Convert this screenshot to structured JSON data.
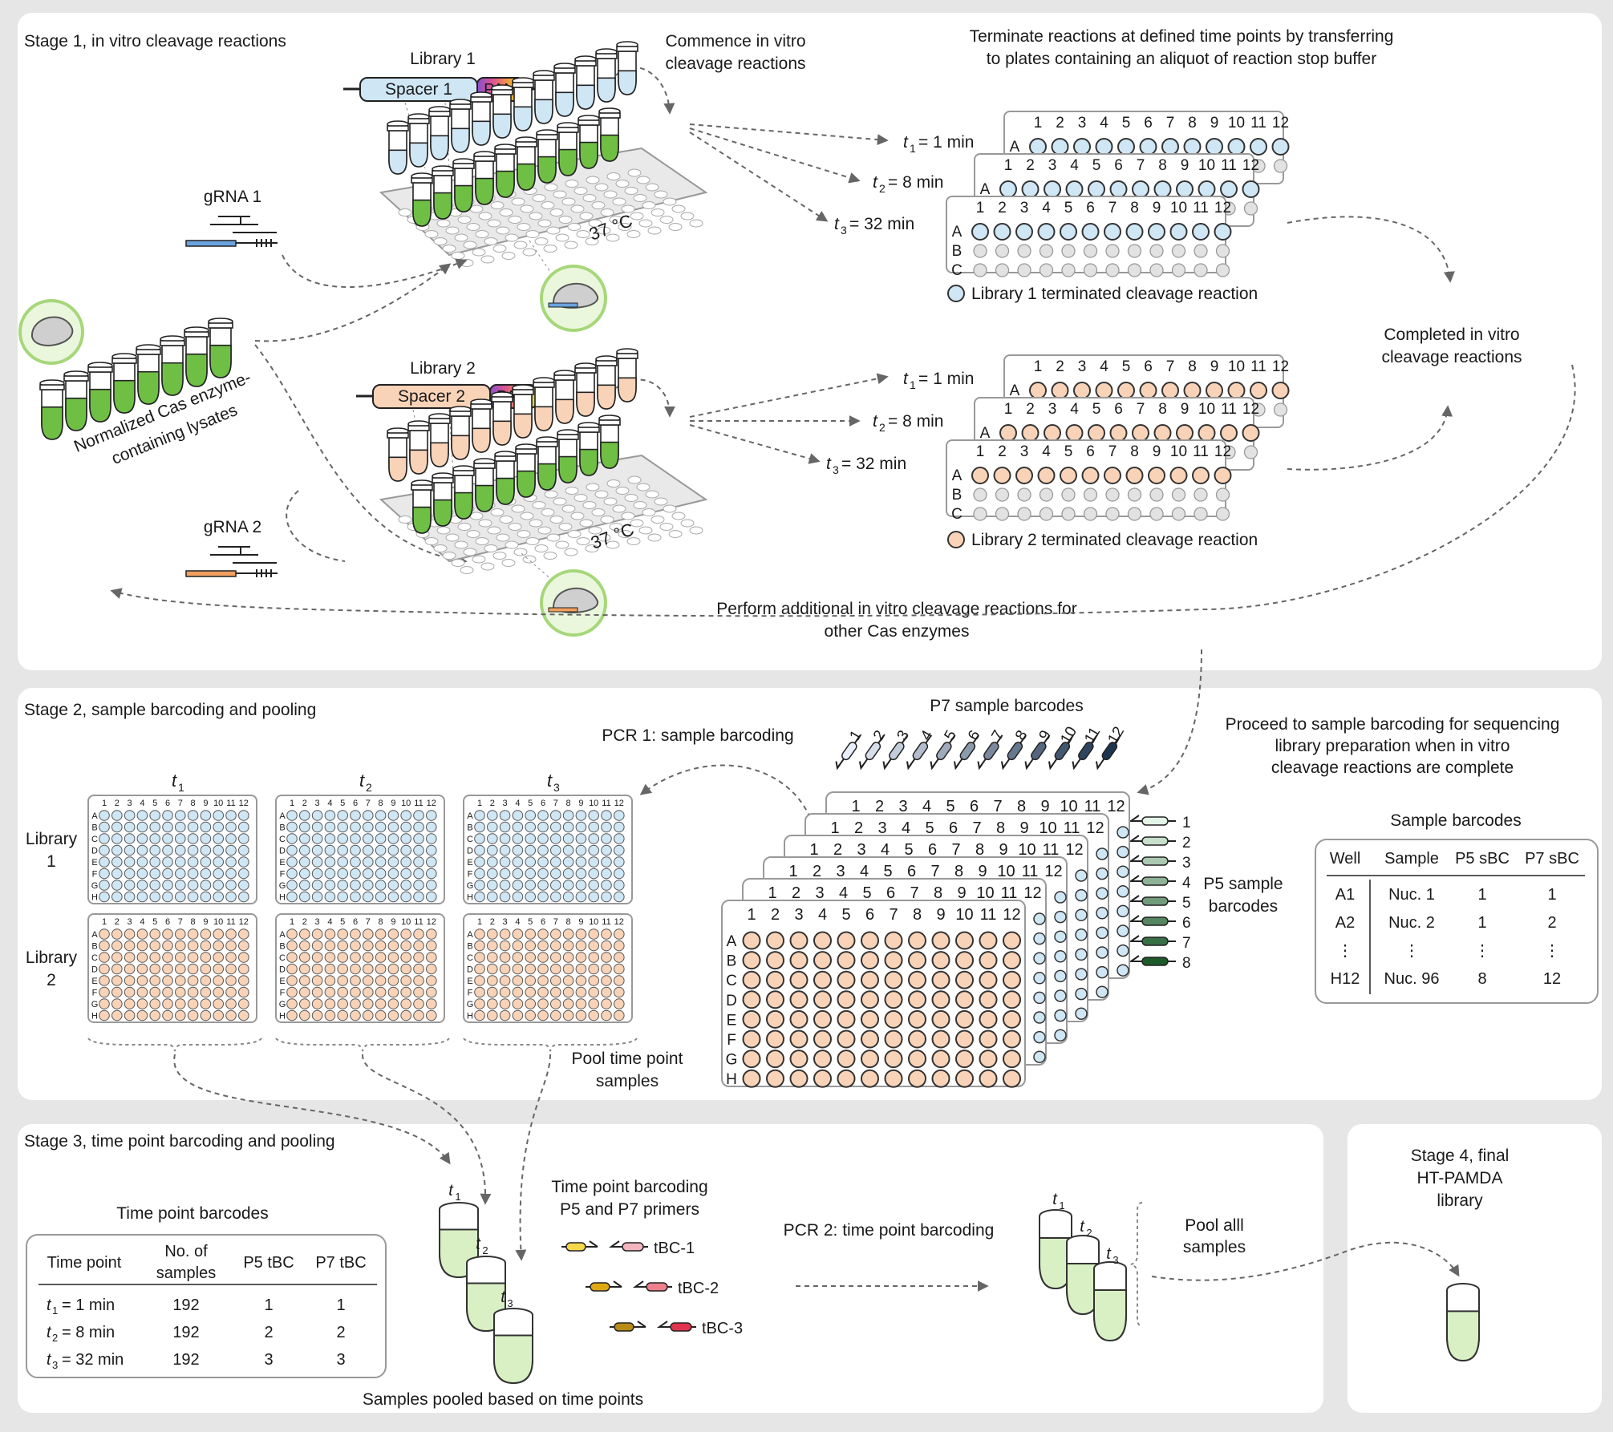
{
  "stage1": {
    "title": "Stage 1, in vitro cleavage reactions",
    "library1": "Library 1",
    "library2": "Library 2",
    "spacer1": "Spacer 1",
    "spacer2": "Spacer 2",
    "pam": "PAM",
    "gRNA1": "gRNA 1",
    "gRNA2": "gRNA 2",
    "temp": "37 °C",
    "commence": [
      "Commence in vitro",
      "cleavage reactions"
    ],
    "terminate": [
      "Terminate reactions at defined time points by transferring",
      "to plates containing an aliquot of reaction stop buffer"
    ],
    "lysates": [
      "Normalized Cas enzyme-",
      "containing lysates"
    ],
    "time_values": [
      "= 1 min",
      "= 8 min",
      "= 32 min"
    ],
    "legend1": "Library 1 terminated cleavage reaction",
    "legend2": "Library 2 terminated cleavage reaction",
    "completed": [
      "Completed in vitro",
      "cleavage reactions"
    ],
    "additional": [
      "Perform additional in vitro cleavage reactions for",
      "other Cas enzymes"
    ]
  },
  "plate": {
    "columns": [
      "1",
      "2",
      "3",
      "4",
      "5",
      "6",
      "7",
      "8",
      "9",
      "10",
      "11",
      "12"
    ],
    "rows": [
      "A",
      "B",
      "C",
      "D",
      "E",
      "F",
      "G",
      "H"
    ]
  },
  "stage2": {
    "title": "Stage 2, sample barcoding and pooling",
    "pcr1": "PCR 1: sample barcoding",
    "p7_title": "P7 sample barcodes",
    "p5_title": [
      "P5 sample",
      "barcodes"
    ],
    "p5_numbers": [
      "1",
      "2",
      "3",
      "4",
      "5",
      "6",
      "7",
      "8"
    ],
    "lib1": [
      "Library",
      "1"
    ],
    "lib2": [
      "Library",
      "2"
    ],
    "proceed": [
      "Proceed to sample barcoding for sequencing",
      "library preparation when in vitro",
      "cleavage reactions are complete"
    ],
    "pool": [
      "Pool time point",
      "samples"
    ],
    "sample_barcodes": {
      "title": "Sample barcodes",
      "headers": [
        "Well",
        "Sample",
        "P5 sBC",
        "P7 sBC"
      ],
      "rows": [
        [
          "A1",
          "Nuc. 1",
          "1",
          "1"
        ],
        [
          "A2",
          "Nuc. 2",
          "1",
          "2"
        ],
        [
          "⋮",
          "⋮",
          "⋮",
          "⋮"
        ],
        [
          "H12",
          "Nuc. 96",
          "8",
          "12"
        ]
      ]
    }
  },
  "stage3": {
    "title": "Stage 3, time point barcoding and pooling",
    "tp_barcodes": {
      "title": "Time point barcodes",
      "headers": [
        "Time point",
        "No. of samples",
        "P5 tBC",
        "P7 tBC"
      ],
      "rows": [
        [
          "= 1 min",
          "192",
          "1",
          "1"
        ],
        [
          "= 8 min",
          "192",
          "2",
          "2"
        ],
        [
          "= 32 min",
          "192",
          "3",
          "3"
        ]
      ]
    },
    "primers_title": [
      "Time point barcoding",
      "P5 and P7 primers"
    ],
    "tbc": [
      "tBC-1",
      "tBC-2",
      "tBC-3"
    ],
    "pcr2": "PCR 2: time point barcoding",
    "pool_all": [
      "Pool alll",
      "samples"
    ],
    "pooled": "Samples pooled based on time points"
  },
  "stage4": {
    "title": [
      "Stage 4, final",
      "HT-PAMDA",
      "library"
    ]
  },
  "colors": {
    "library1": "#cfe6f5",
    "library2": "#f9d3b8",
    "green": "#6fbf45",
    "light_green": "#d8f0c4",
    "panel": "#ffffff",
    "background": "#e6e6e6",
    "p7_gradient": [
      "#e8eefa",
      "#1e3550"
    ],
    "p5_gradient": [
      "#e3f5e6",
      "#1c5a2a"
    ],
    "primers": [
      "#f5d94a",
      "#e0a813",
      "#b88b14"
    ],
    "primers_p7": [
      "#f5b5c0",
      "#ef7f8f",
      "#e0334d"
    ]
  }
}
